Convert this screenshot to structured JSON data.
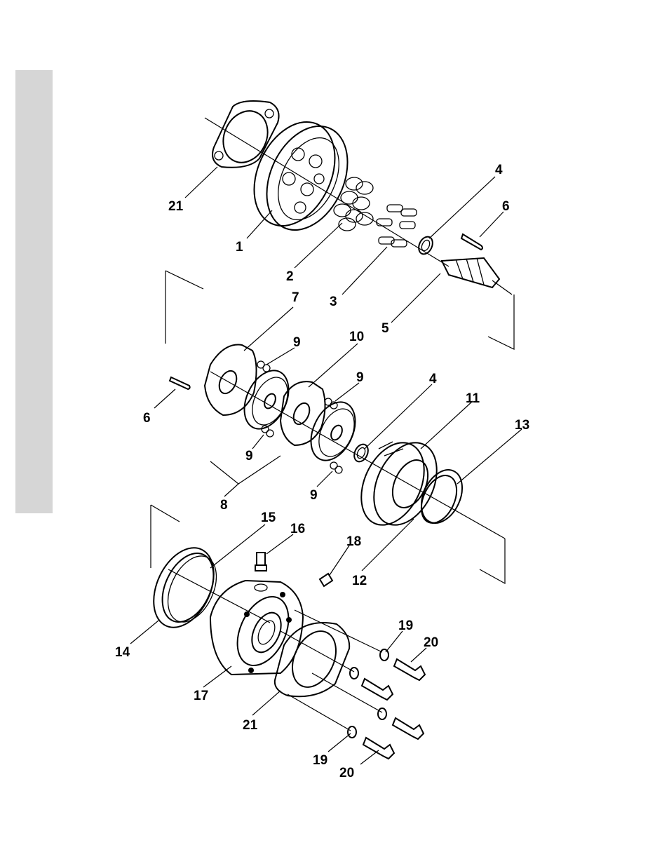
{
  "callouts": [
    {
      "id": "c-21-top",
      "label": "21"
    },
    {
      "id": "c-1",
      "label": "1"
    },
    {
      "id": "c-2",
      "label": "2"
    },
    {
      "id": "c-3",
      "label": "3"
    },
    {
      "id": "c-4-top",
      "label": "4"
    },
    {
      "id": "c-6-top",
      "label": "6"
    },
    {
      "id": "c-5",
      "label": "5"
    },
    {
      "id": "c-7",
      "label": "7"
    },
    {
      "id": "c-9-a",
      "label": "9"
    },
    {
      "id": "c-10",
      "label": "10"
    },
    {
      "id": "c-9-b",
      "label": "9"
    },
    {
      "id": "c-4-mid",
      "label": "4"
    },
    {
      "id": "c-11",
      "label": "11"
    },
    {
      "id": "c-13",
      "label": "13"
    },
    {
      "id": "c-6-mid",
      "label": "6"
    },
    {
      "id": "c-9-c",
      "label": "9"
    },
    {
      "id": "c-9-d",
      "label": "9"
    },
    {
      "id": "c-8",
      "label": "8"
    },
    {
      "id": "c-15",
      "label": "15"
    },
    {
      "id": "c-16",
      "label": "16"
    },
    {
      "id": "c-18",
      "label": "18"
    },
    {
      "id": "c-12",
      "label": "12"
    },
    {
      "id": "c-14",
      "label": "14"
    },
    {
      "id": "c-19-top",
      "label": "19"
    },
    {
      "id": "c-20-top",
      "label": "20"
    },
    {
      "id": "c-17",
      "label": "17"
    },
    {
      "id": "c-21-bottom",
      "label": "21"
    },
    {
      "id": "c-19-bottom",
      "label": "19"
    },
    {
      "id": "c-20-bottom",
      "label": "20"
    }
  ]
}
